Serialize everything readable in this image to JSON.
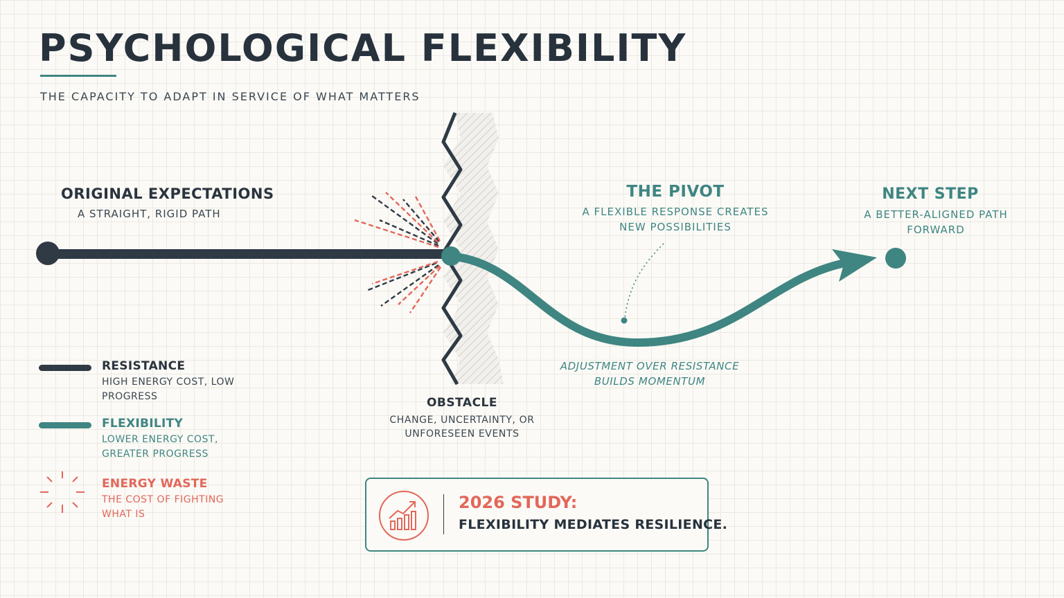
{
  "title": "PSYCHOLOGICAL FLEXIBILITY",
  "subtitle": "THE CAPACITY TO ADAPT IN SERVICE OF WHAT MATTERS",
  "original": {
    "heading": "ORIGINAL EXPECTATIONS",
    "sub": "A STRAIGHT, RIGID PATH"
  },
  "pivot": {
    "heading": "THE PIVOT",
    "sub": "A FLEXIBLE RESPONSE CREATES NEW POSSIBILITIES"
  },
  "next": {
    "heading": "NEXT STEP",
    "sub": "A BETTER-ALIGNED PATH FORWARD"
  },
  "adjustment_note": "ADJUSTMENT OVER RESISTANCE BUILDS MOMENTUM",
  "obstacle": {
    "heading": "OBSTACLE",
    "sub": "CHANGE, UNCERTAINTY, OR UNFORESEEN EVENTS"
  },
  "legend": {
    "resistance": {
      "label": "RESISTANCE",
      "desc": "HIGH ENERGY COST, LOW PROGRESS"
    },
    "flexibility": {
      "label": "FLEXIBILITY",
      "desc": "LOWER ENERGY COST, GREATER PROGRESS"
    },
    "energy_waste": {
      "label": "ENERGY WASTE",
      "desc": "THE COST OF FIGHTING WHAT IS"
    }
  },
  "study": {
    "title": "2026 STUDY:",
    "text": "FLEXIBILITY MEDIATES RESILIENCE."
  },
  "colors": {
    "dark": "#2f3a45",
    "teal": "#3f8582",
    "coral": "#e2675a",
    "background": "#fbfaf6"
  }
}
